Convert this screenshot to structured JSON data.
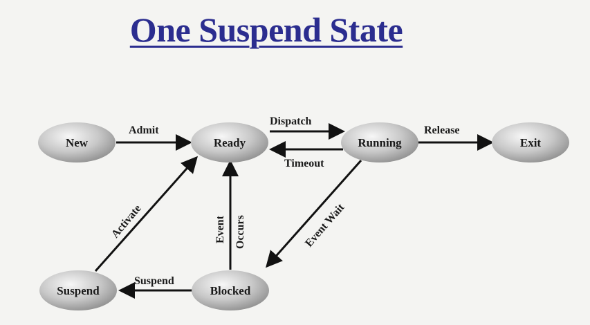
{
  "title": "One Suspend State",
  "nodes": {
    "new": "New",
    "ready": "Ready",
    "running": "Running",
    "exit": "Exit",
    "suspend": "Suspend",
    "blocked": "Blocked"
  },
  "edges": {
    "admit": "Admit",
    "dispatch": "Dispatch",
    "timeout": "Timeout",
    "release": "Release",
    "event_wait": "Event Wait",
    "event_occurs_1": "Event",
    "event_occurs_2": "Occurs",
    "suspend": "Suspend",
    "activate": "Activate"
  }
}
